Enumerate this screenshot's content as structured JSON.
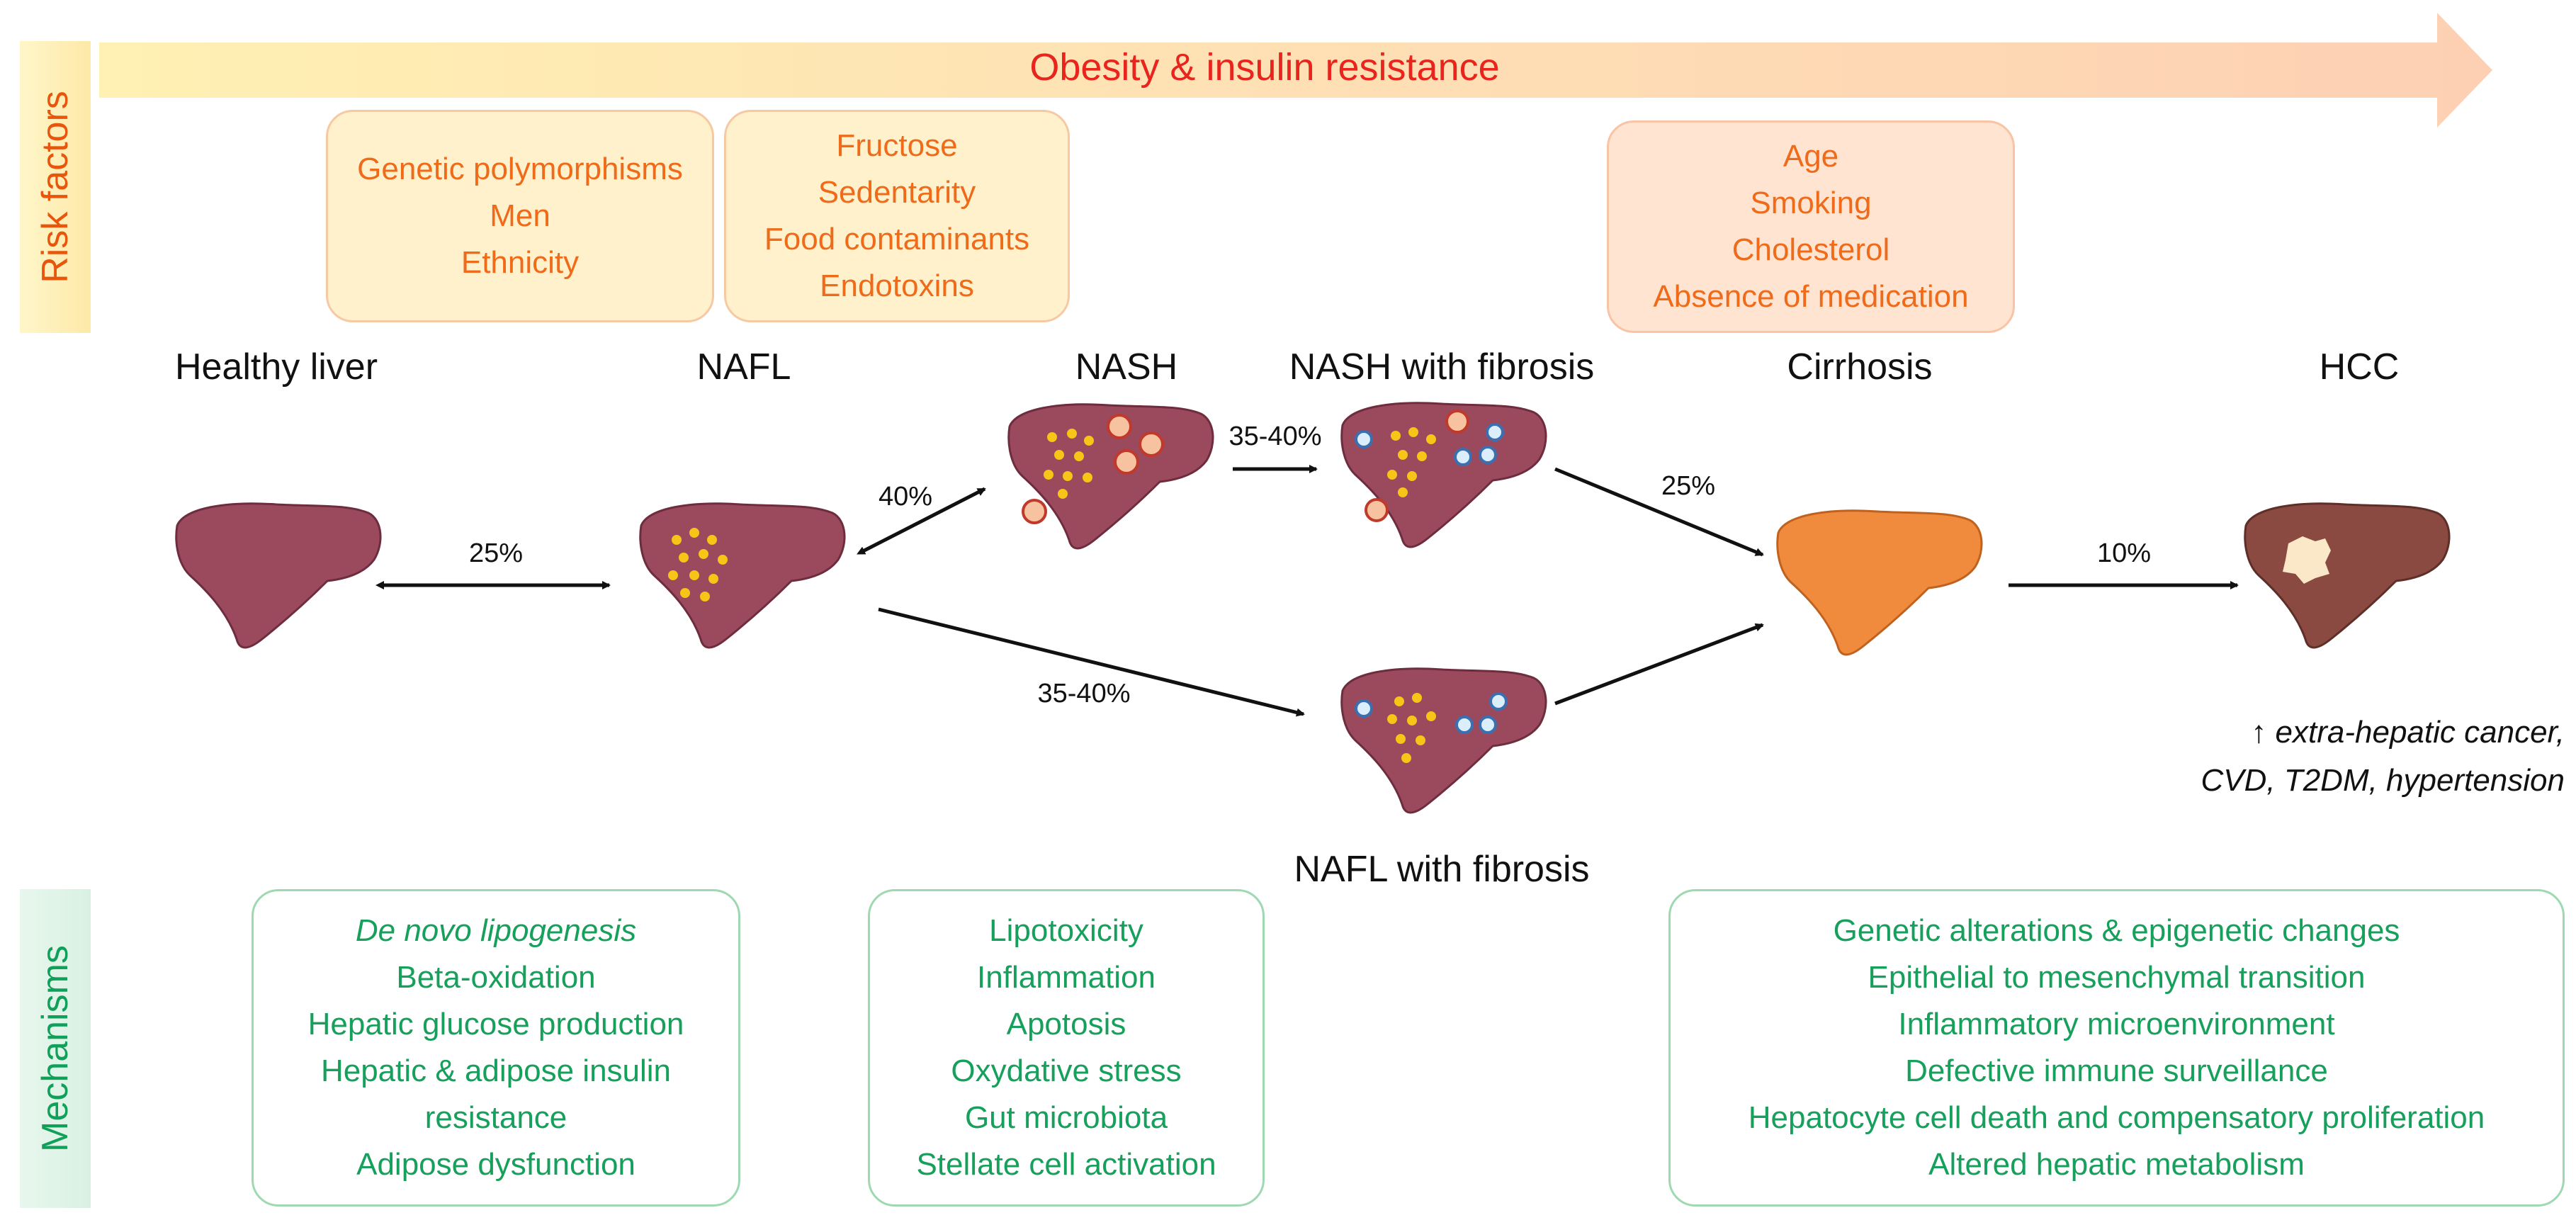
{
  "banner": {
    "label": "Obesity & insulin resistance",
    "color": "#e8241c"
  },
  "sides": {
    "risk": "Risk factors",
    "mechanisms": "Mechanisms"
  },
  "risk_boxes": [
    {
      "lines": [
        "Genetic polymorphisms",
        "Men",
        "Ethnicity"
      ]
    },
    {
      "lines": [
        "Fructose",
        "Sedentarity",
        "Food contaminants",
        "Endotoxins"
      ]
    },
    {
      "lines": [
        "Age",
        "Smoking",
        "Cholesterol",
        "Absence of medication"
      ]
    }
  ],
  "stages": {
    "healthy": "Healthy liver",
    "nafl": "NAFL",
    "nash": "NASH",
    "nash_fibrosis": "NASH with fibrosis",
    "cirrhosis": "Cirrhosis",
    "hcc": "HCC",
    "nafl_fibrosis": "NAFL with fibrosis"
  },
  "transitions": {
    "healthy_nafl": "25%",
    "nafl_nash": "40%",
    "nash_fibrosis": "35-40%",
    "fibrosis_cirrhosis": "25%",
    "cirrhosis_hcc": "10%",
    "nafl_naflfibrosis": "35-40%"
  },
  "note": {
    "line1": "↑ extra-hepatic cancer,",
    "line2": "CVD, T2DM, hypertension"
  },
  "mechanism_boxes": [
    {
      "lines": [
        "De novo lipogenesis",
        "Beta-oxidation",
        "Hepatic glucose production",
        "Hepatic & adipose insulin",
        "resistance",
        "Adipose dysfunction"
      ]
    },
    {
      "lines": [
        "Lipotoxicity",
        "Inflammation",
        "Apotosis",
        "Oxydative stress",
        "Gut microbiota",
        "Stellate cell activation"
      ]
    },
    {
      "lines": [
        "Genetic alterations & epigenetic changes",
        "Epithelial to mesenchymal transition",
        "Inflammatory microenvironment",
        "Defective immune surveillance",
        "Hepatocyte cell death and compensatory proliferation",
        "Altered hepatic metabolism"
      ]
    }
  ],
  "colors": {
    "liver": "#9b4a5e",
    "cirrhosis_liver": "#f08a3c",
    "hcc_liver": "#8a4a42",
    "fat": "#f5c518",
    "risk_text": "#ef6b1a",
    "mechanism_text": "#16a05c"
  }
}
